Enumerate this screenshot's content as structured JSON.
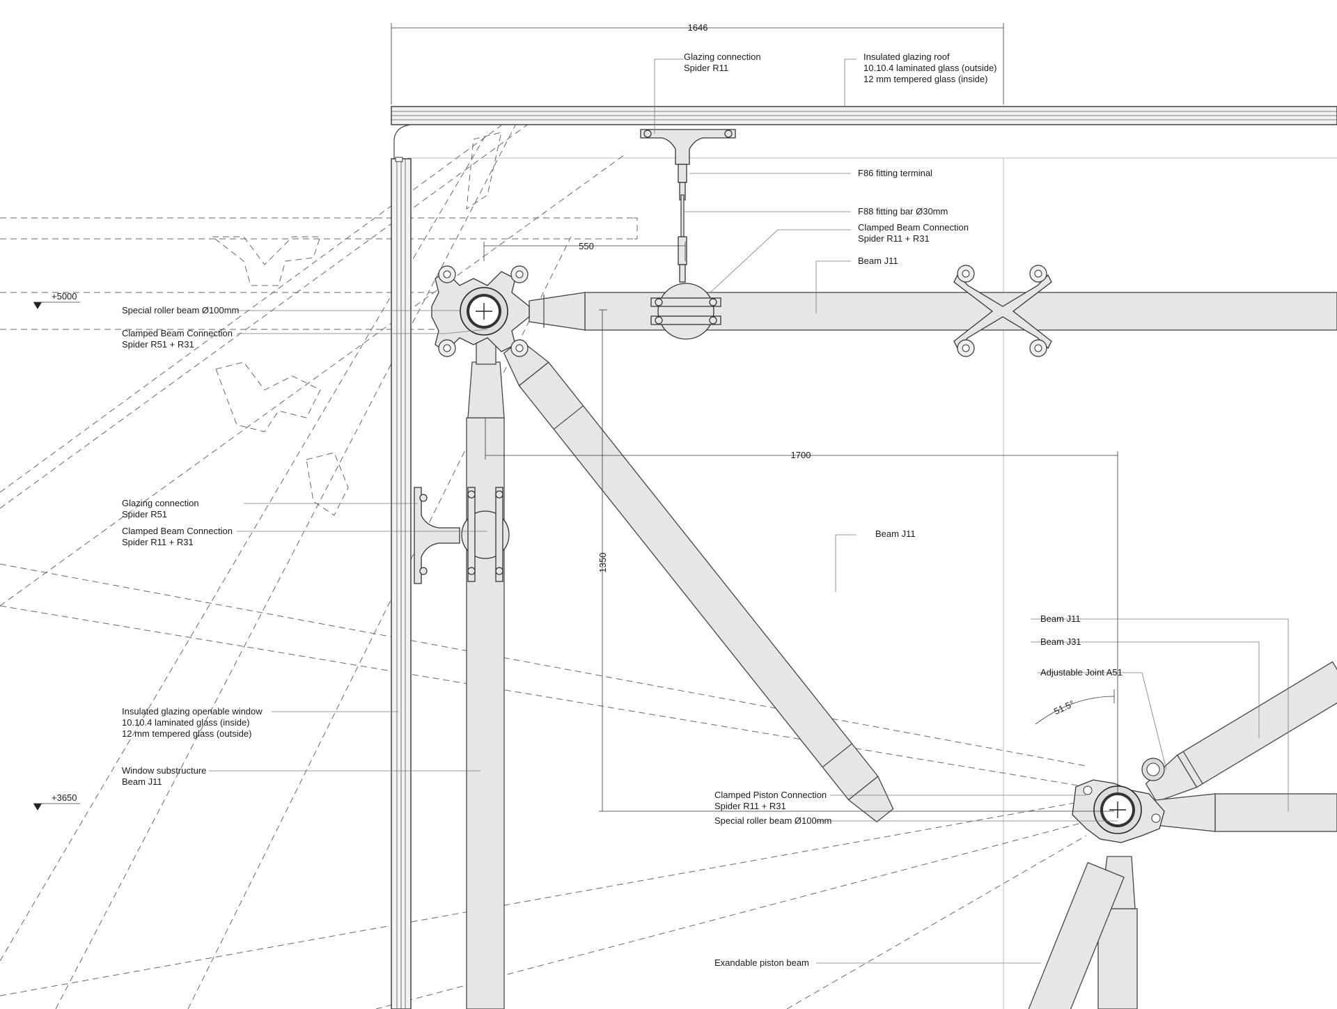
{
  "dimensions": {
    "top_width": "1646",
    "offset_550": "550",
    "span_1700": "1700",
    "height_1350": "1350",
    "angle": "51.5°"
  },
  "levels": {
    "upper": "+5000",
    "lower": "+3650"
  },
  "labels": {
    "glazing_connection_top": [
      "Glazing connection",
      "Spider R11"
    ],
    "insulated_roof": [
      "Insulated glazing roof",
      "10.10.4 laminated glass (outside)",
      "12 mm tempered glass (inside)"
    ],
    "f86": [
      "F86 fitting terminal"
    ],
    "f88": [
      "F88 fitting bar Ø30mm"
    ],
    "clamped_beam_top": [
      "Clamped Beam Connection",
      "Spider R11 + R31"
    ],
    "beam_j11_top": [
      "Beam J11"
    ],
    "special_roller_left": [
      "Special roller beam Ø100mm"
    ],
    "clamped_beam_left": [
      "Clamped Beam Connection",
      "Spider R51 + R31"
    ],
    "glazing_connection_left": [
      "Glazing connection",
      "Spider R51"
    ],
    "clamped_beam_left2": [
      "Clamped Beam Connection",
      "Spider R11 + R31"
    ],
    "beam_j11_diag": [
      "Beam J11"
    ],
    "beam_j11_right": [
      "Beam J11"
    ],
    "beam_j31": [
      "Beam J31"
    ],
    "adjustable_joint": [
      "Adjustable Joint A51"
    ],
    "window": [
      "Insulated glazing openable window",
      "10.10.4 laminated glass (inside)",
      "12 mm tempered glass (outside)"
    ],
    "window_sub": [
      "Window substructure",
      "Beam J11"
    ],
    "clamped_piston": [
      "Clamped Piston Connection",
      "Spider R11 + R31"
    ],
    "special_roller_right": [
      "Special roller beam Ø100mm"
    ],
    "piston_beam": [
      "Exandable piston beam"
    ]
  }
}
